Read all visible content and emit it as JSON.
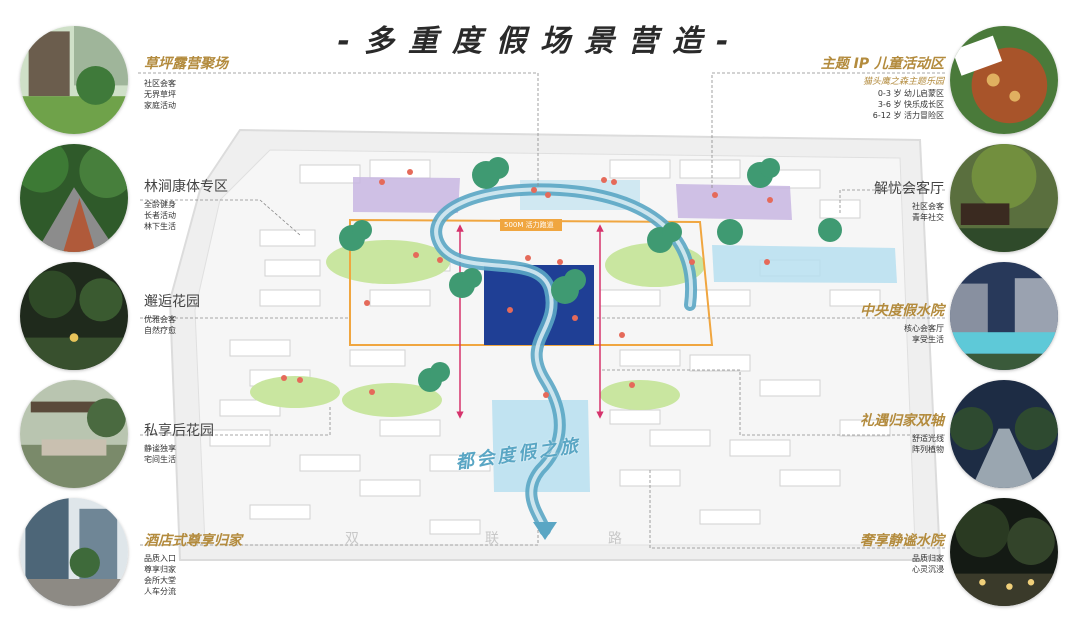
{
  "title": "-多重度假场景营造-",
  "map": {
    "trail_label": "500M 活力跑道",
    "journey_label": "都会度假之旅",
    "road_chars": [
      "双",
      "联",
      "路"
    ]
  },
  "left_items": [
    {
      "title": "草坪露营聚场",
      "style": "gold",
      "lines": [
        "社区会客",
        "无界草坪",
        "家庭活动"
      ]
    },
    {
      "title": "林涧康体专区",
      "style": "gray",
      "lines": [
        "全龄健身",
        "长者活动",
        "林下生活"
      ]
    },
    {
      "title": "邂逅花园",
      "style": "gray",
      "lines": [
        "优雅会客",
        "自然疗愈"
      ]
    },
    {
      "title": "私享后花园",
      "style": "gray",
      "lines": [
        "静谧独享",
        "宅间生活"
      ]
    },
    {
      "title": "酒店式尊享归家",
      "style": "gold",
      "lines": [
        "品质入口",
        "尊享归家",
        "会所大堂",
        "人车分流"
      ]
    }
  ],
  "right_items": [
    {
      "title": "主题 IP 儿童活动区",
      "style": "gold",
      "subtitle": "猫头鹰之森主题乐园",
      "lines": [
        "0-3 岁 幼儿启蒙区",
        "3-6 岁 快乐成长区",
        "6-12 岁 活力冒险区"
      ]
    },
    {
      "title": "解忧会客厅",
      "style": "gray",
      "lines": [
        "社区会客",
        "青年社交"
      ]
    },
    {
      "title": "中央度假水院",
      "style": "gold",
      "lines": [
        "核心会客厅",
        "享受生活"
      ]
    },
    {
      "title": "礼遇归家双轴",
      "style": "gold",
      "lines": [
        "舒适光线",
        "阵列植物"
      ]
    },
    {
      "title": "奢享静谧水院",
      "style": "gold",
      "lines": [
        "品质归家",
        "心灵沉浸"
      ]
    }
  ],
  "colors": {
    "gold": "#b38b3d",
    "trail": "#f0a640",
    "lawn": "#c9e6a0",
    "purple_zone": "#c8b6e2",
    "water_zone": "#b7dff0",
    "central_pool": "#1f3f95",
    "axis_arrow": "#d6336c",
    "journey": "#5aa6c4"
  }
}
